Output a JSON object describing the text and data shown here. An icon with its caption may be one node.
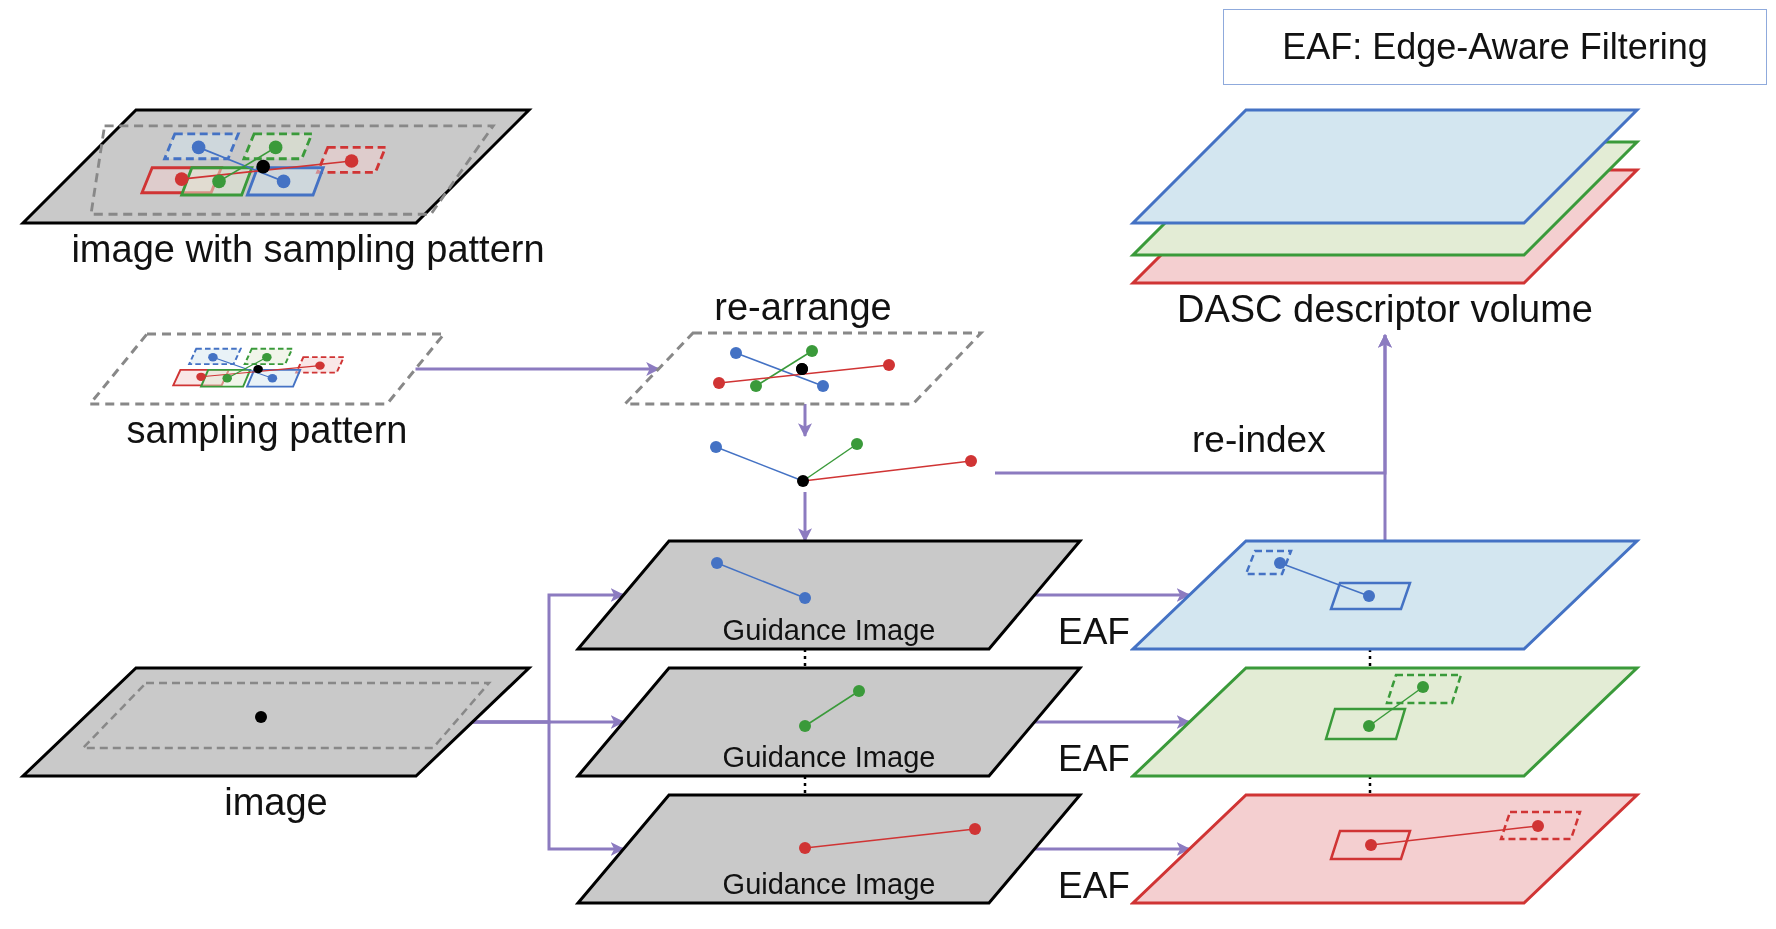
{
  "diagram": {
    "nodes": [
      {
        "text": [
          "image with sampling pattern"
        ]
      },
      {
        "text": [
          "sampling pattern"
        ]
      },
      {
        "text": [
          "re-arrange"
        ]
      },
      {
        "text": [],
        "shape": "picture"
      },
      {
        "text": [
          "Guidance Image"
        ]
      },
      {
        "text": [
          "Guidance Image"
        ]
      },
      {
        "text": [
          "Guidance Image"
        ]
      },
      {
        "text": [
          "image"
        ]
      },
      {
        "text": [],
        "shape": "parallelogram"
      },
      {
        "text": [],
        "shape": "parallelogram"
      },
      {
        "text": [],
        "shape": "parallelogram"
      },
      {
        "text": [
          "DASC descriptor volume"
        ]
      },
      {
        "text": [
          "EAF: Edge-Aware Filtering"
        ]
      }
    ],
    "edges": [
      {
        "from": 1,
        "to": 2,
        "arrow": "to"
      },
      {
        "from": 2,
        "to": 3,
        "arrow": "to"
      },
      {
        "from": 3,
        "to": 4,
        "arrow": "to"
      },
      {
        "from": 3,
        "to": 11,
        "arrow": "to",
        "label": "re-index"
      },
      {
        "from": 8,
        "to": 11,
        "arrow": "to"
      },
      {
        "from": 7,
        "to": 4,
        "arrow": "to"
      },
      {
        "from": 7,
        "to": 5,
        "arrow": "to"
      },
      {
        "from": 7,
        "to": 6,
        "arrow": "to"
      },
      {
        "from": 4,
        "to": 8,
        "arrow": "to",
        "label": "EAF"
      },
      {
        "from": 5,
        "to": 9,
        "arrow": "to",
        "label": "EAF"
      },
      {
        "from": 6,
        "to": 10,
        "arrow": "to",
        "label": "EAF"
      },
      {
        "from": 4,
        "to": 5,
        "arrow": "none",
        "style": "dashed",
        "color": "#000000"
      },
      {
        "from": 5,
        "to": 6,
        "arrow": "none",
        "style": "dashed",
        "color": "#000000"
      },
      {
        "from": 8,
        "to": 9,
        "arrow": "none",
        "style": "dashed",
        "color": "#000000"
      },
      {
        "from": 9,
        "to": 10,
        "arrow": "none",
        "style": "dashed",
        "color": "#000000"
      }
    ]
  }
}
